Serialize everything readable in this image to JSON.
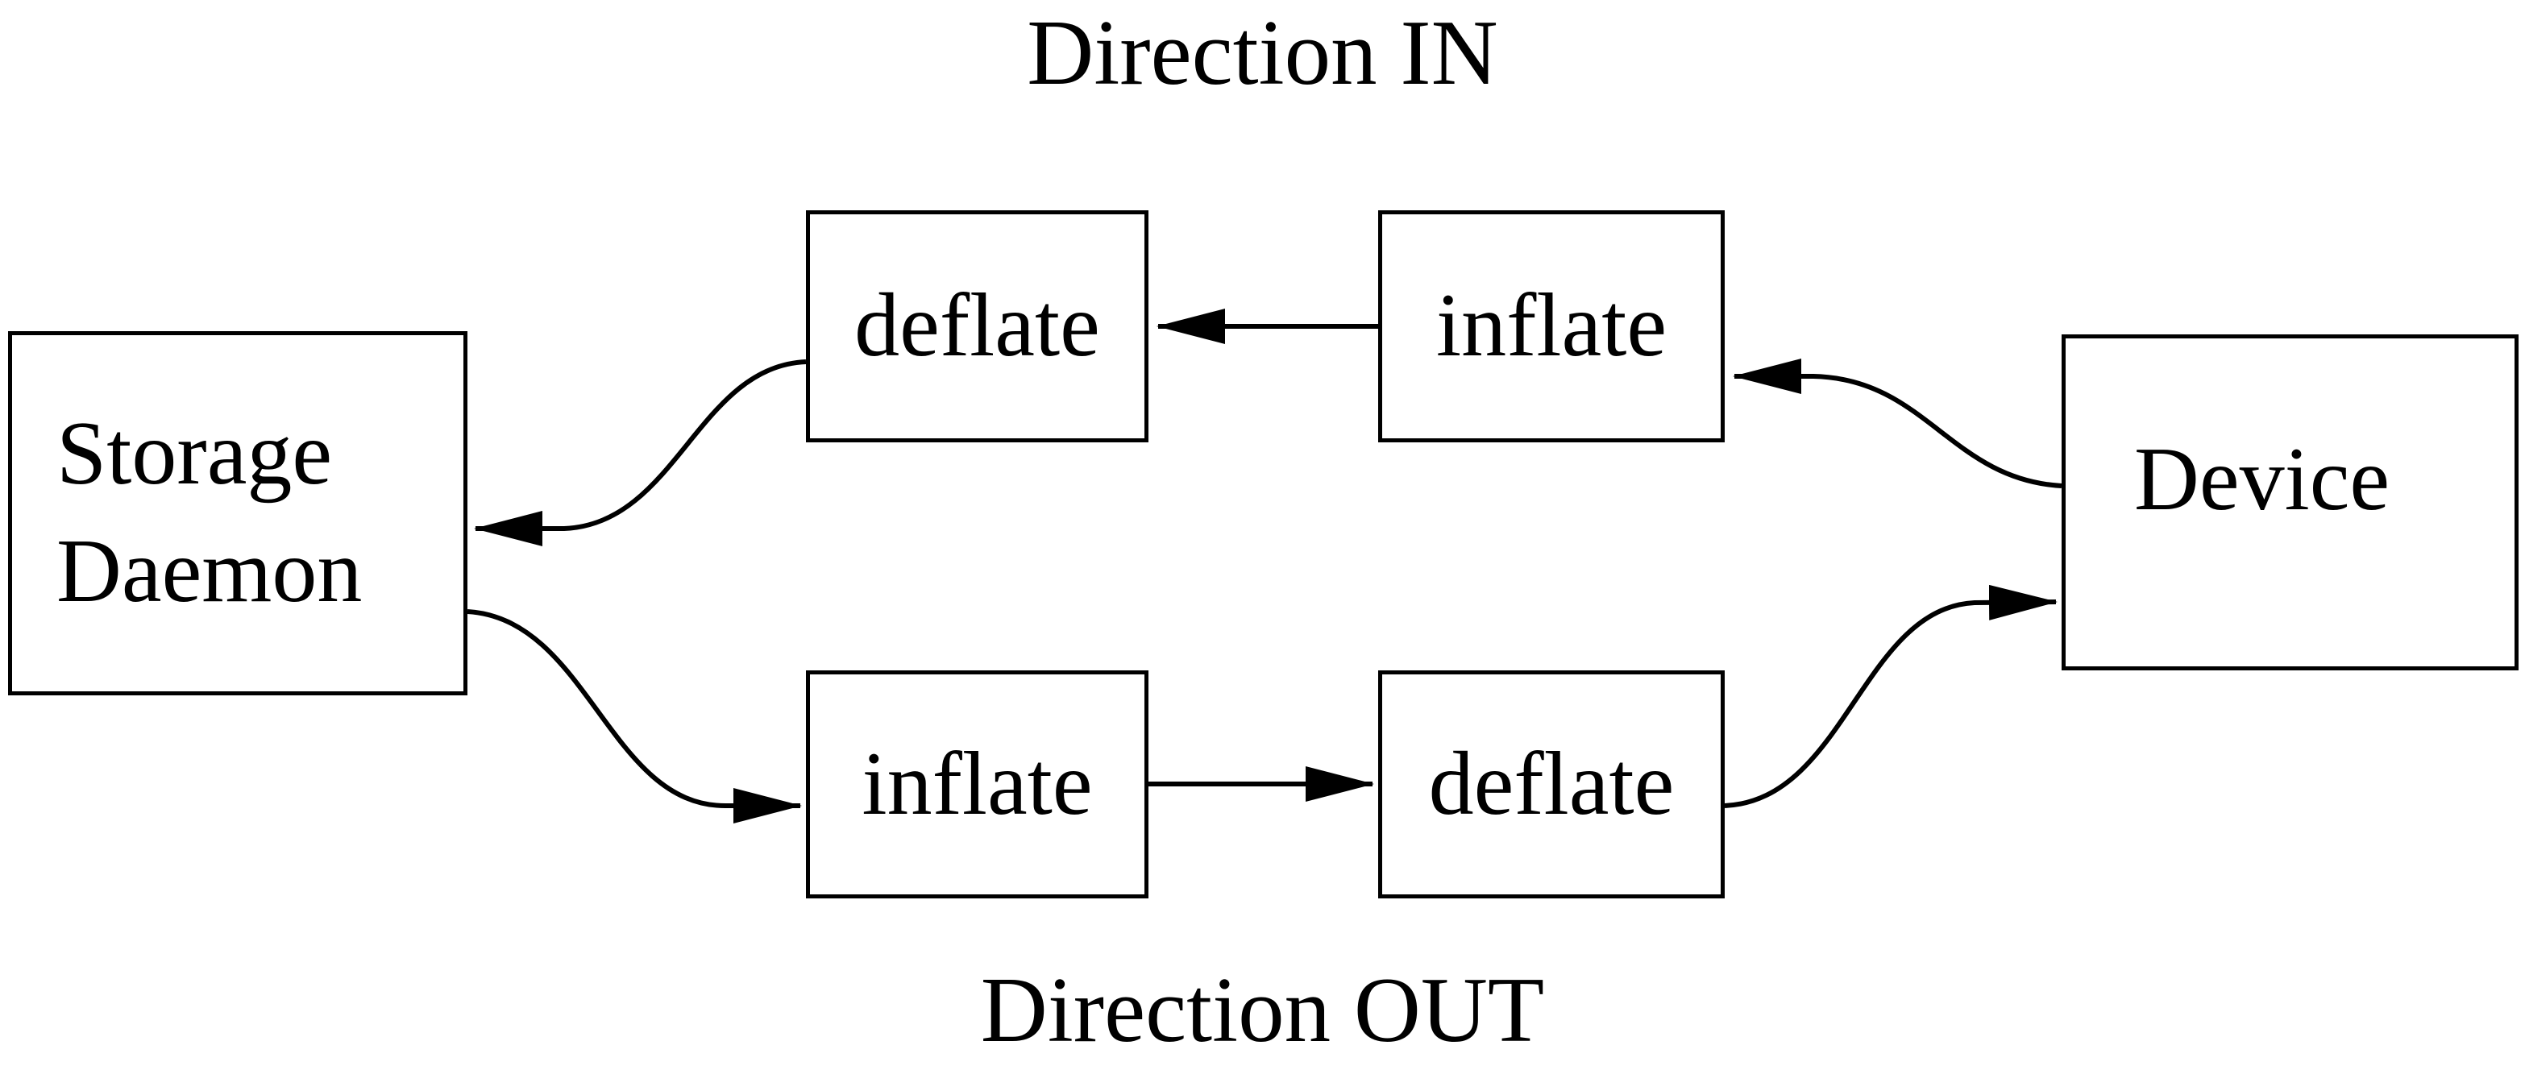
{
  "diagram": {
    "title_in": "Direction IN",
    "title_out": "Direction OUT",
    "nodes": {
      "storage_daemon": {
        "label_line1": "Storage",
        "label_line2": "Daemon"
      },
      "device": {
        "label": "Device"
      },
      "in_deflate": {
        "label": "deflate"
      },
      "in_inflate": {
        "label": "inflate"
      },
      "out_inflate": {
        "label": "inflate"
      },
      "out_deflate": {
        "label": "deflate"
      }
    },
    "edges": [
      {
        "from": "device",
        "to": "in_inflate",
        "direction": "IN"
      },
      {
        "from": "in_inflate",
        "to": "in_deflate",
        "direction": "IN"
      },
      {
        "from": "in_deflate",
        "to": "storage_daemon",
        "direction": "IN"
      },
      {
        "from": "storage_daemon",
        "to": "out_inflate",
        "direction": "OUT"
      },
      {
        "from": "out_inflate",
        "to": "out_deflate",
        "direction": "OUT"
      },
      {
        "from": "out_deflate",
        "to": "device",
        "direction": "OUT"
      }
    ],
    "colors": {
      "line": "#000000",
      "background": "#ffffff"
    }
  }
}
